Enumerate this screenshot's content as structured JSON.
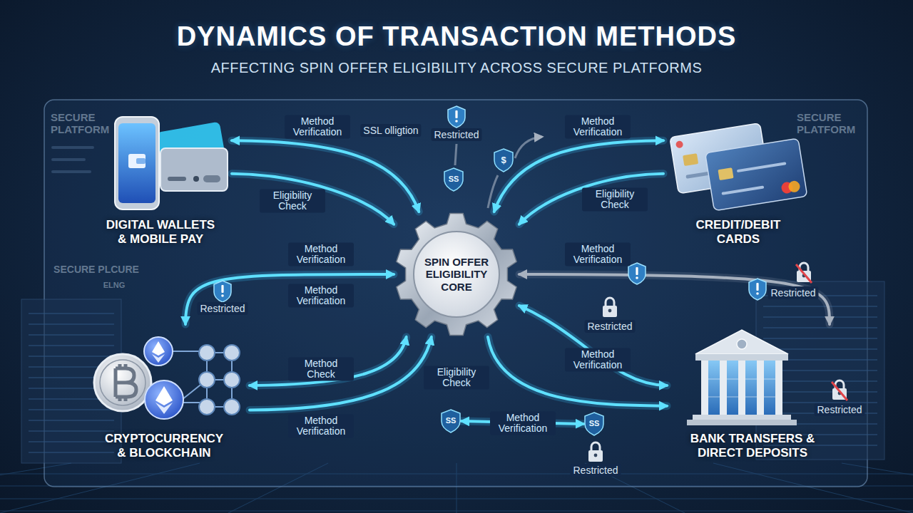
{
  "diagram": {
    "title": "DYNAMICS OF TRANSACTION METHODS",
    "nodes": [
      {
        "text": [
          "DIGITAL WALLETS & MOBILE PAY"
        ]
      },
      {
        "text": [
          "CREDIT/DEBIT CARDS"
        ]
      },
      {
        "text": [
          "SPIN OFFER ELIGIBILITY CORE"
        ]
      },
      {
        "text": [
          "CRYPTOCURRENCY & BLOCKCHAIN"
        ]
      },
      {
        "text": [
          "BANK TRANSFERS & DIRECT DEPOSITS"
        ]
      },
      {
        "text": [
          "SS"
        ]
      },
      {
        "text": [
          "$"
        ]
      },
      {
        "text": [
          "SS"
        ]
      },
      {
        "text": [
          "SS"
        ]
      }
    ],
    "edges": [
      {
        "from": 0,
        "to": 2,
        "label": "Method Verification",
        "arrow": "both"
      },
      {
        "from": 0,
        "to": 2,
        "label": "Eligibility Check",
        "arrow": "to"
      },
      {
        "from": 1,
        "to": 2,
        "label": "Method Verification",
        "arrow": "both"
      },
      {
        "from": 1,
        "to": 2,
        "label": "Eligibility Check",
        "arrow": "to"
      },
      {
        "from": 3,
        "to": 2,
        "label": "Method Verification",
        "arrow": "both"
      },
      {
        "from": 3,
        "to": 2,
        "label": "Method Check",
        "arrow": "both"
      },
      {
        "from": 3,
        "to": 2,
        "label": "Method Verification",
        "arrow": "to"
      },
      {
        "from": 2,
        "to": 4,
        "label": "Method Verification",
        "arrow": "both"
      },
      {
        "from": 2,
        "to": 4,
        "label": "Method Verification",
        "arrow": "both"
      },
      {
        "from": 2,
        "to": 4,
        "label": "Eligibility Check",
        "arrow": "to"
      },
      {
        "from": 7,
        "to": 8,
        "label": "Method Verification",
        "arrow": "both"
      }
    ],
    "labels": [
      "AFFECTING SPIN OFFER ELIGIBILITY ACROSS SECURE PLATFORMS",
      "SECURE PLATFORM",
      "SECURE PLATFORM",
      "SECURE PLCURE",
      "ELNG",
      "SSL olligtion",
      "Restricted",
      "Restricted",
      "Method Verification",
      "Restricted",
      "Restricted",
      "Restricted",
      "Restricted"
    ]
  }
}
